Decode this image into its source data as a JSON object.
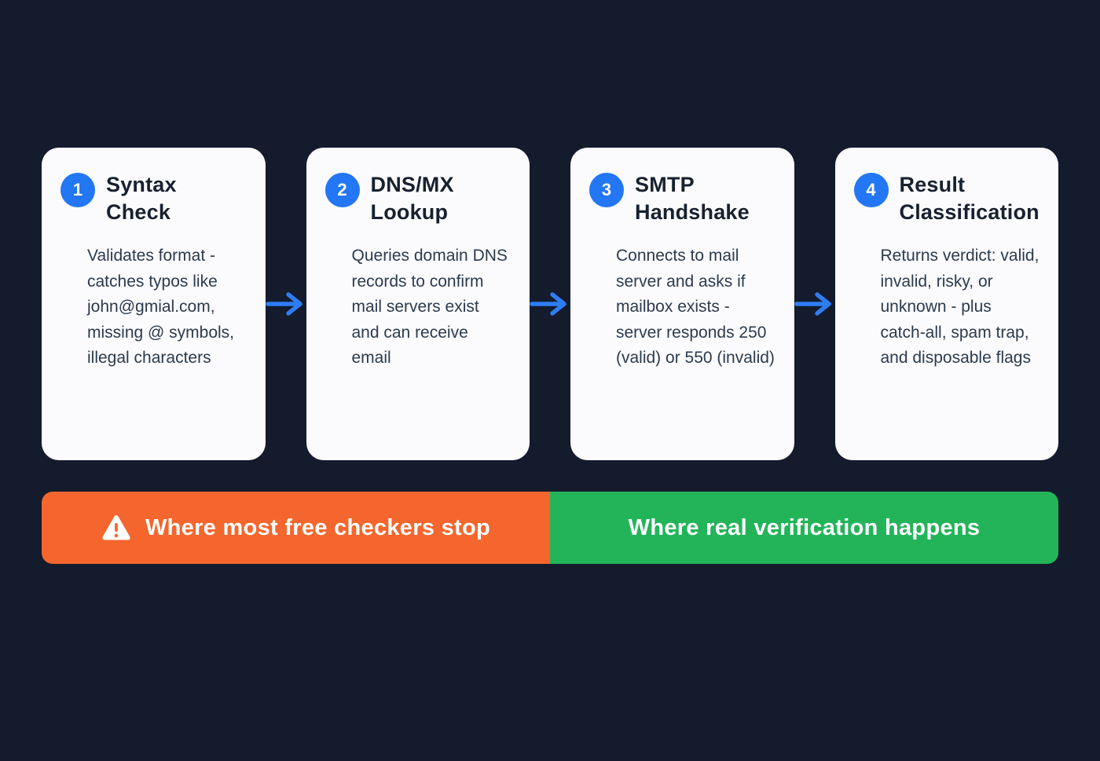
{
  "colors": {
    "background": "#131b2d",
    "card_background": "#fbfbfd",
    "accent_blue": "#2376f4",
    "title_text": "#17212f",
    "body_text": "#2b3a4e",
    "banner_orange": "#f4662d",
    "banner_green": "#23b45a",
    "banner_text": "#ffffff"
  },
  "steps": [
    {
      "number": "1",
      "title": "Syntax Check",
      "description": "Validates format - catches typos like john@gmial.com, missing @ symbols, illegal characters"
    },
    {
      "number": "2",
      "title": "DNS/MX Lookup",
      "description": "Queries domain DNS records to confirm mail servers exist and can receive email"
    },
    {
      "number": "3",
      "title": "SMTP Handshake",
      "description": "Connects to mail server and asks if mailbox exists - server responds 250 (valid) or 550 (invalid)"
    },
    {
      "number": "4",
      "title": "Result Classification",
      "description": "Returns verdict: valid, invalid, risky, or unknown - plus catch-all, spam trap, and disposable flags"
    }
  ],
  "banner": {
    "left_label": "Where most free checkers stop",
    "right_label": "Where real verification happens"
  }
}
